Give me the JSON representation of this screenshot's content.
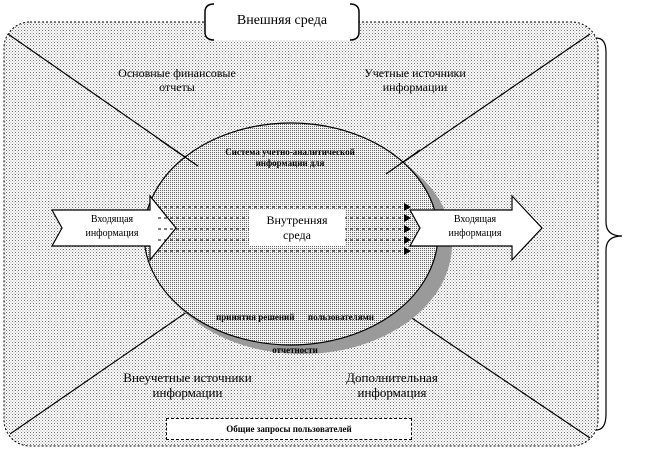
{
  "external_environment": "Внешняя среда",
  "labels": {
    "main_reports": [
      "Основные финансовые",
      "отчеты"
    ],
    "accounting_sources": [
      "Учетные источники",
      "информации"
    ],
    "system_title": [
      "Система учетно-аналитической",
      "информации для"
    ],
    "decisions": [
      "принятия решений      пользователями",
      "отчетности"
    ],
    "input_info": [
      "Входящая",
      "информация"
    ],
    "output_info": [
      "Входящая",
      "информация"
    ],
    "internal_env": [
      "Внутренняя",
      "среда"
    ],
    "non_accounting_sources": [
      "Внеучетные источники",
      "информации"
    ],
    "additional_info": [
      "Дополнительная",
      "информация"
    ],
    "user_queries": "Общие запросы пользователей"
  }
}
